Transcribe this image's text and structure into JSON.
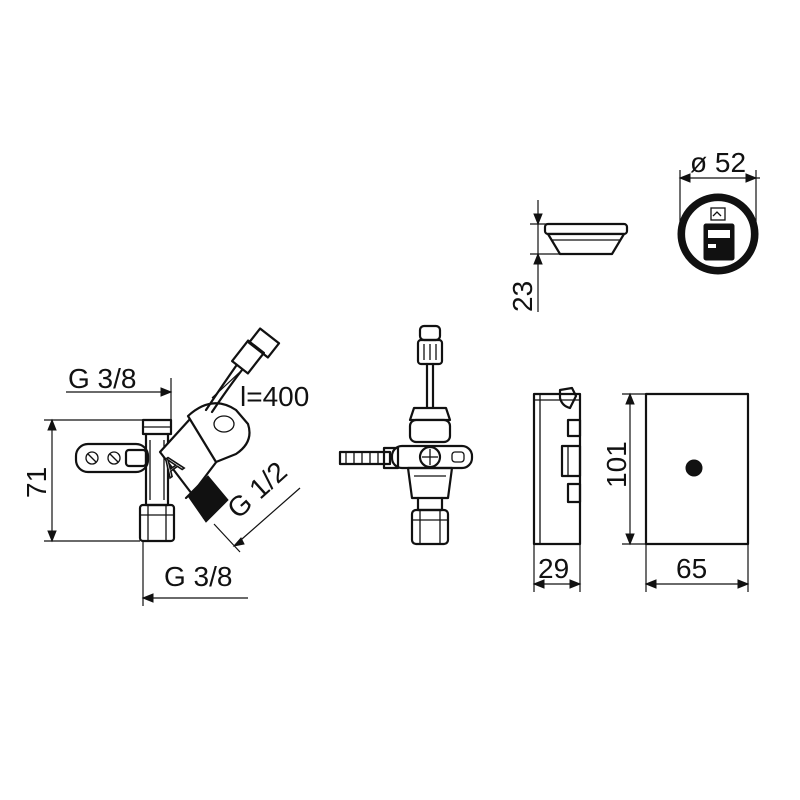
{
  "dimensions": {
    "inlet_thread_top": "G 3/8",
    "cable_length": "l=400",
    "height": "71",
    "outlet_thread_side": "G 1/2",
    "outlet_thread_bottom": "G 3/8",
    "cover_diameter": "ø 52",
    "cover_height": "23",
    "box_height": "101",
    "box_depth": "29",
    "box_width": "65"
  },
  "valve_marking": "A"
}
